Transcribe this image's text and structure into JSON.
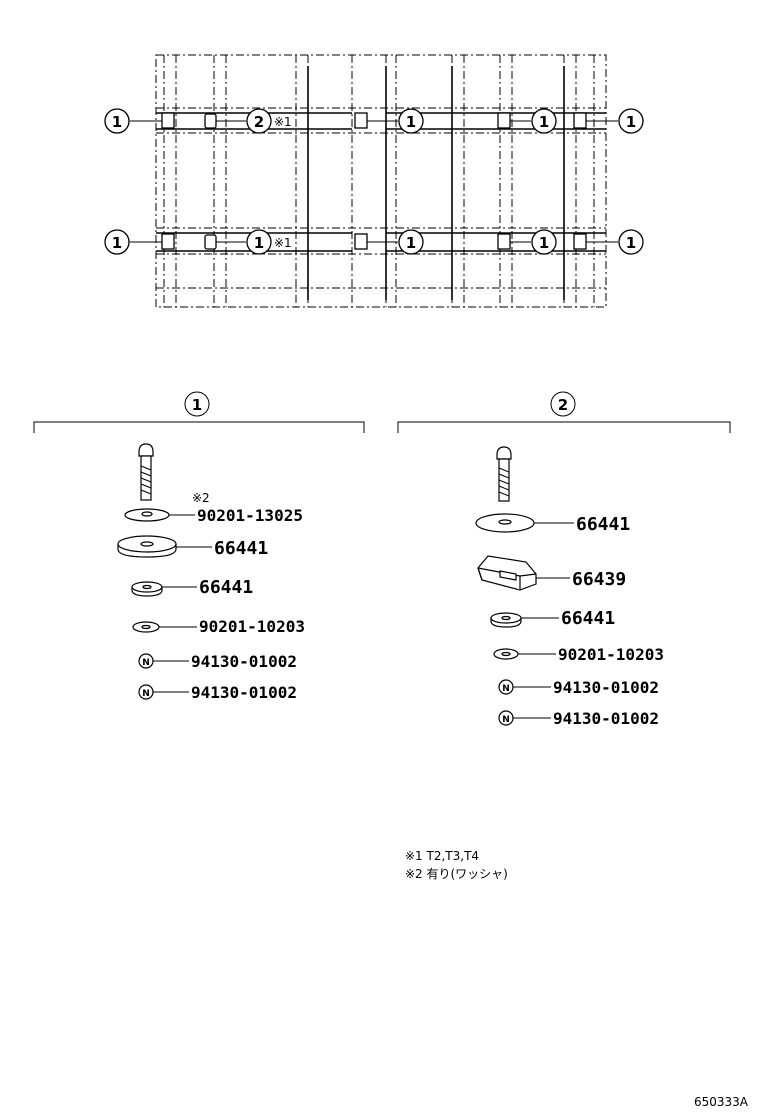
{
  "top_view": {
    "callout_1": "1",
    "callout_2": "2",
    "note_mark_1": "※1"
  },
  "groups": [
    {
      "id": "1",
      "parts": [
        {
          "note": "※2",
          "number": "90201-13025"
        },
        {
          "number": "66441"
        },
        {
          "number": "66441"
        },
        {
          "number": "90201-10203"
        },
        {
          "symbol": "N",
          "number": "94130-01002"
        },
        {
          "symbol": "N",
          "number": "94130-01002"
        }
      ]
    },
    {
      "id": "2",
      "parts": [
        {
          "number": "66441"
        },
        {
          "number": "66439"
        },
        {
          "number": "66441"
        },
        {
          "number": "90201-10203"
        },
        {
          "symbol": "N",
          "number": "94130-01002"
        },
        {
          "symbol": "N",
          "number": "94130-01002"
        }
      ]
    }
  ],
  "notes": {
    "note1": "※1  T2,T3,T4",
    "note2": "※2  有り(ワッシャ)"
  },
  "drawing_code": "650333A"
}
